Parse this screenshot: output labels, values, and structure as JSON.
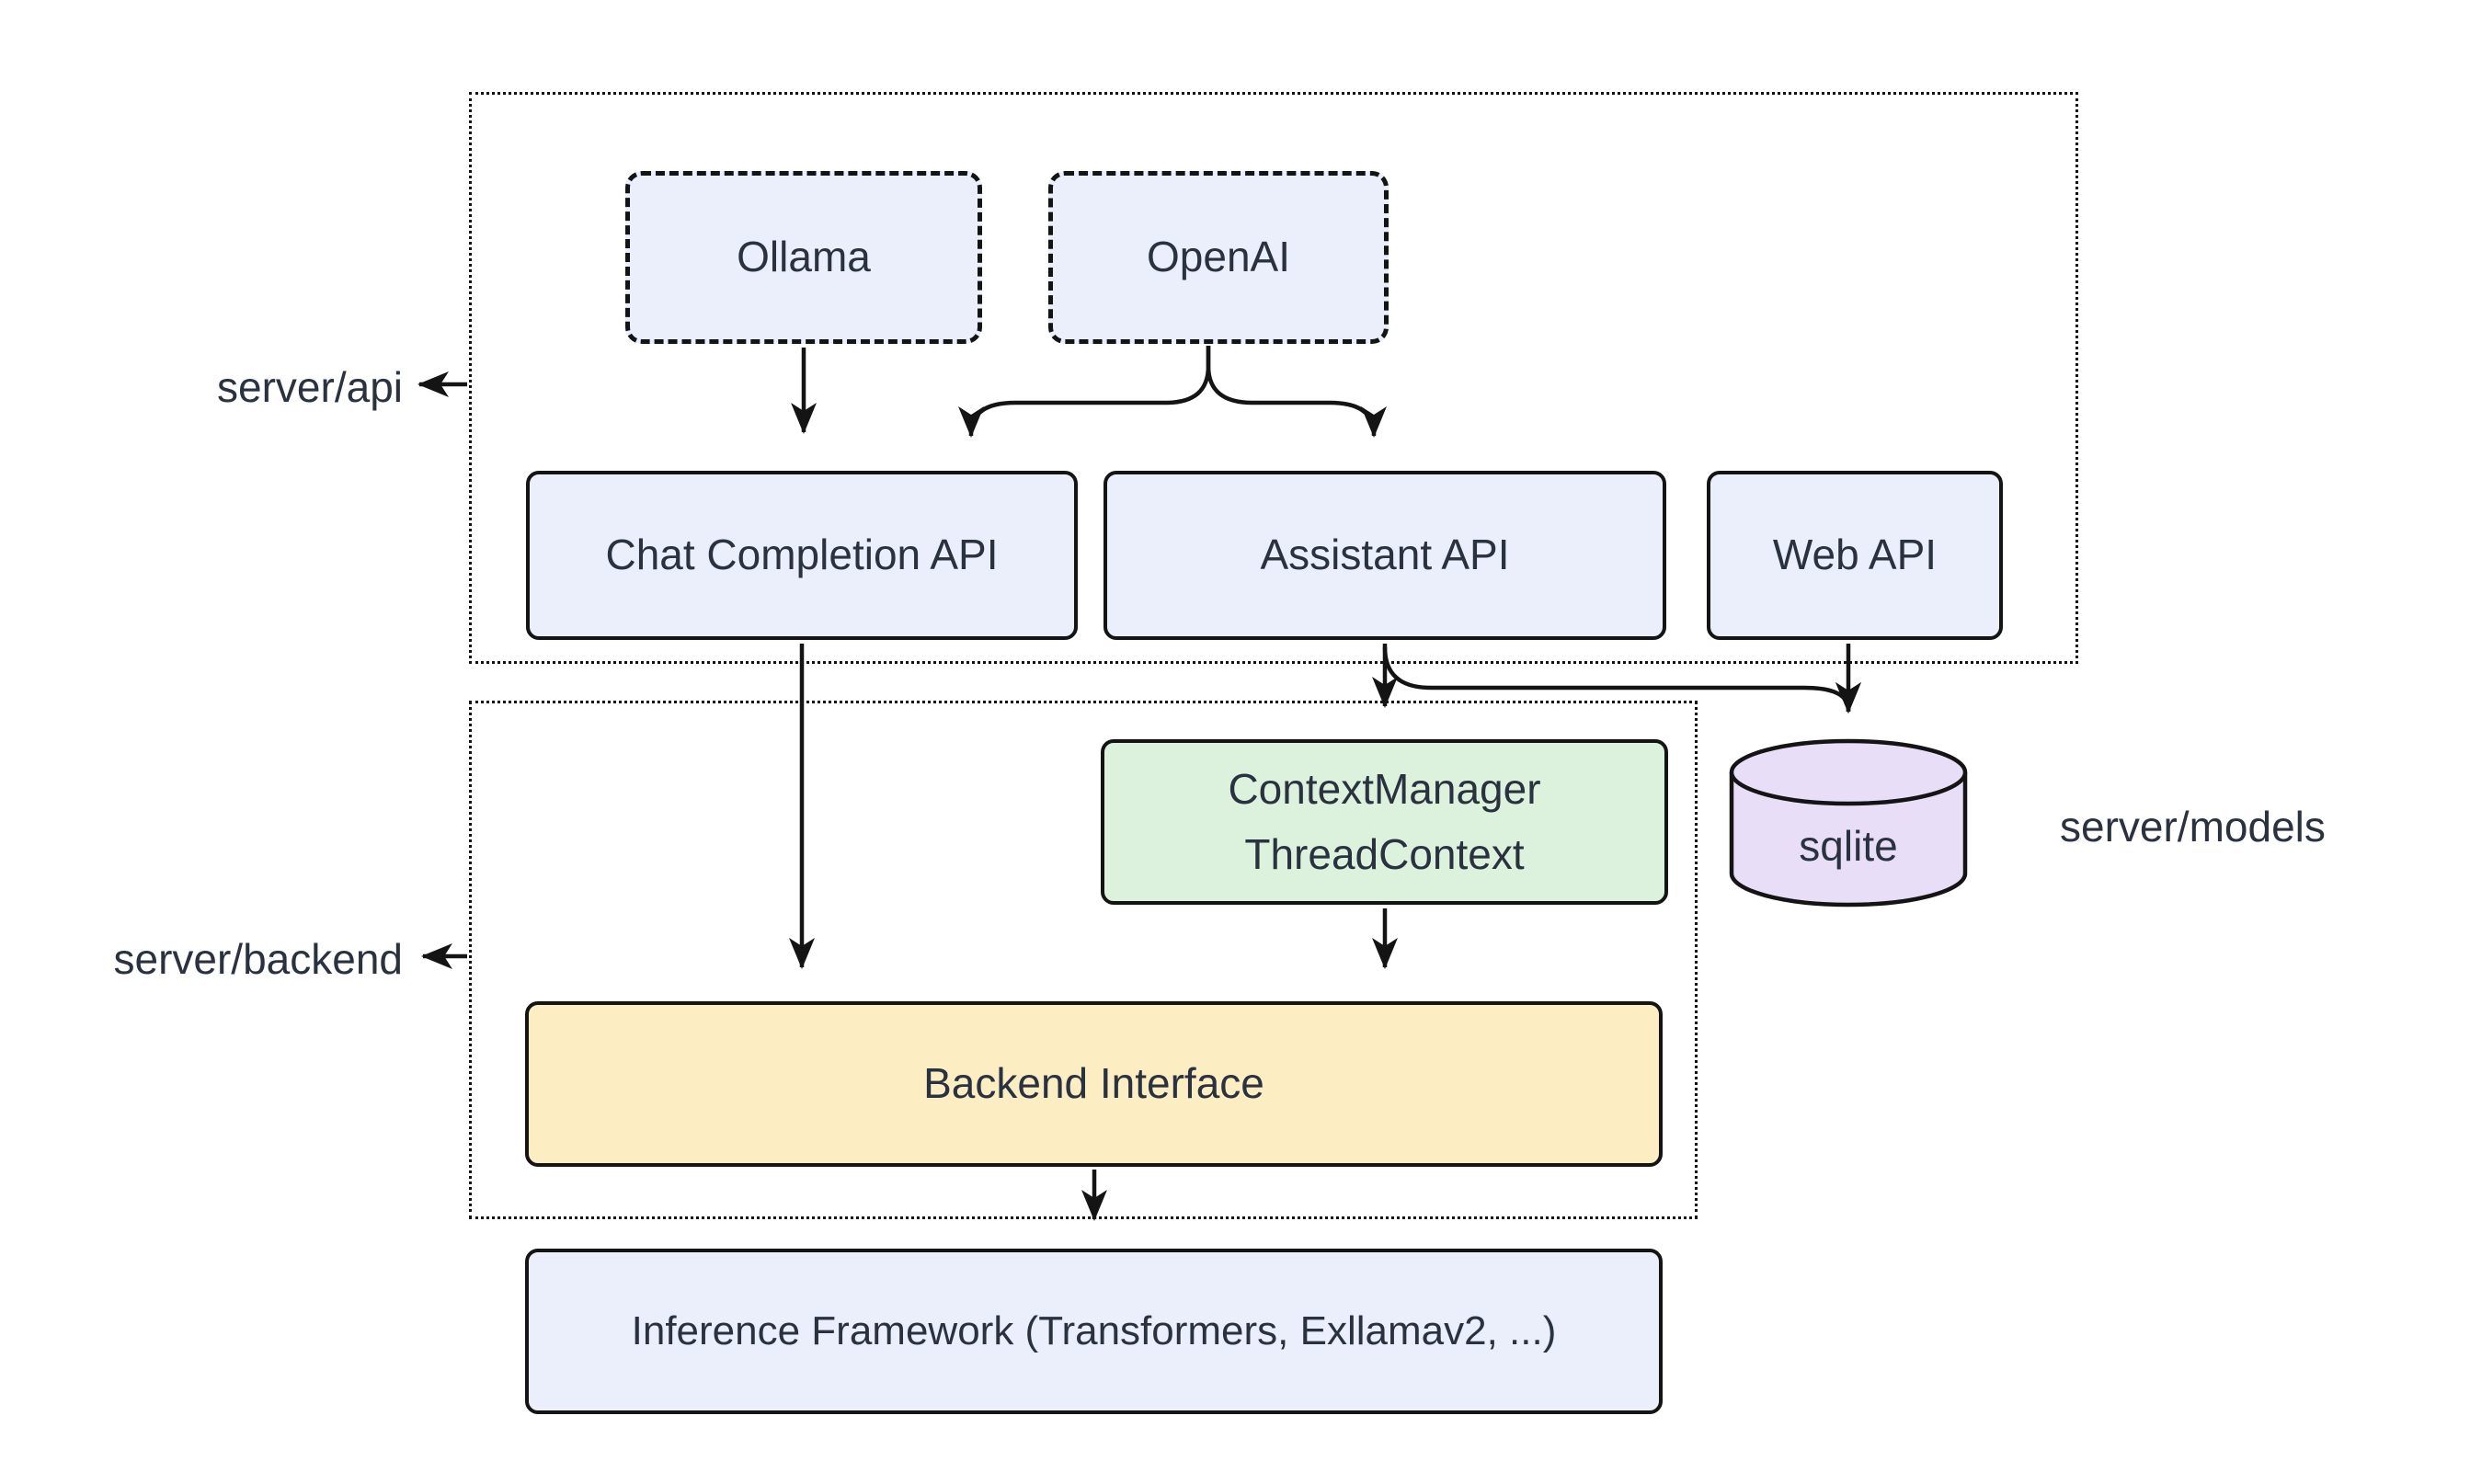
{
  "diagram_type": "architecture-flowchart",
  "colors": {
    "background": "#ffffff",
    "stroke": "#141414",
    "text": "#2a3240",
    "node_blue": "#eaeffb",
    "node_green": "#dcf2dd",
    "node_yellow": "#fcedc3",
    "node_purple": "#e9def8"
  },
  "containers": {
    "api": {
      "label": "server/api"
    },
    "backend": {
      "label": "server/backend"
    }
  },
  "side_labels": {
    "models": "server/models"
  },
  "nodes": {
    "ollama": {
      "label": "Ollama",
      "fill": "#eaeffb",
      "border": "dashed"
    },
    "openai": {
      "label": "OpenAI",
      "fill": "#eaeffb",
      "border": "dashed"
    },
    "chat_completion": {
      "label": "Chat Completion API",
      "fill": "#eaeffb",
      "border": "solid"
    },
    "assistant": {
      "label": "Assistant API",
      "fill": "#eaeffb",
      "border": "solid"
    },
    "web": {
      "label": "Web API",
      "fill": "#eaeffb",
      "border": "solid"
    },
    "context_manager": {
      "line1": "ContextManager",
      "line2": "ThreadContext",
      "fill": "#dcf2dd",
      "border": "solid"
    },
    "backend_interface": {
      "label": "Backend Interface",
      "fill": "#fcedc3",
      "border": "solid"
    },
    "inference": {
      "label": "Inference Framework (Transformers, Exllamav2, ...)",
      "fill": "#eaeffb",
      "border": "solid"
    },
    "sqlite": {
      "label": "sqlite",
      "fill": "#e9def8",
      "shape": "cylinder"
    }
  },
  "edges": [
    {
      "from": "ollama",
      "to": "chat_completion"
    },
    {
      "from": "openai",
      "to": "chat_completion"
    },
    {
      "from": "openai",
      "to": "assistant"
    },
    {
      "from": "chat_completion",
      "to": "backend_interface"
    },
    {
      "from": "assistant",
      "to": "context_manager"
    },
    {
      "from": "assistant",
      "to": "sqlite"
    },
    {
      "from": "web",
      "to": "sqlite"
    },
    {
      "from": "context_manager",
      "to": "backend_interface"
    },
    {
      "from": "backend_interface",
      "to": "inference"
    }
  ]
}
